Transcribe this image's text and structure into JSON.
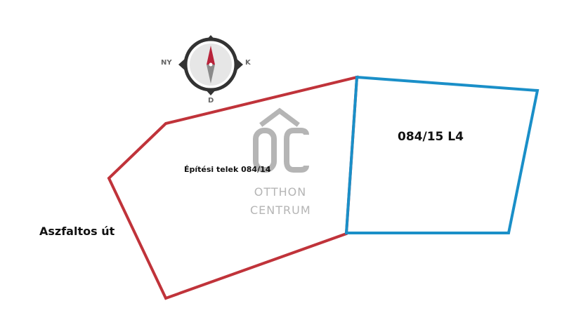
{
  "plots": [
    {
      "id": "plot-a",
      "label": "Építési telek 084/14",
      "color": "#c0333a"
    },
    {
      "id": "plot-b",
      "label": "084/15 L4",
      "color": "#1a8fc8"
    }
  ],
  "road_label": "Aszfaltos út",
  "watermark": {
    "monogram": "ÔC",
    "line1": "OTTHON",
    "line2": "CENTRUM",
    "color": "#b5b5b5"
  },
  "compass": {
    "west": "NY",
    "east": "K",
    "south": "D",
    "north_color": "#b8233a",
    "south_color": "#8a8a8a"
  }
}
